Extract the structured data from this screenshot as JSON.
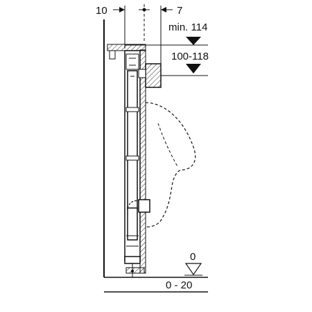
{
  "diagram": {
    "dims": {
      "left_offset": "10",
      "right_offset": "7",
      "min_height": "min. 114",
      "height_range": "100-118",
      "floor_level": "0",
      "floor_range": "0 - 20"
    }
  }
}
